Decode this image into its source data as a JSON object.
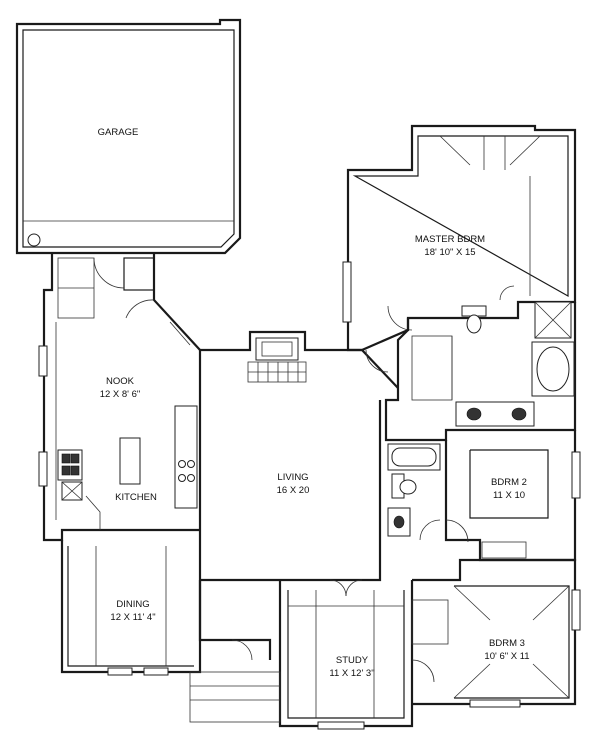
{
  "rooms": [
    {
      "id": "garage",
      "name": "GARAGE",
      "size": ""
    },
    {
      "id": "master",
      "name": "MASTER BDRM",
      "size": "18' 10\" X 15"
    },
    {
      "id": "nook",
      "name": "NOOK",
      "size": "12 X 8' 6\""
    },
    {
      "id": "kitchen",
      "name": "KITCHEN",
      "size": ""
    },
    {
      "id": "living",
      "name": "LIVING",
      "size": "16 X 20"
    },
    {
      "id": "bdrm2",
      "name": "BDRM 2",
      "size": "11 X 10"
    },
    {
      "id": "dining",
      "name": "DINING",
      "size": "12 X 11' 4\""
    },
    {
      "id": "study",
      "name": "STUDY",
      "size": "11 X 12' 3\""
    },
    {
      "id": "bdrm3",
      "name": "BDRM 3",
      "size": "10' 6\" X 11"
    }
  ]
}
